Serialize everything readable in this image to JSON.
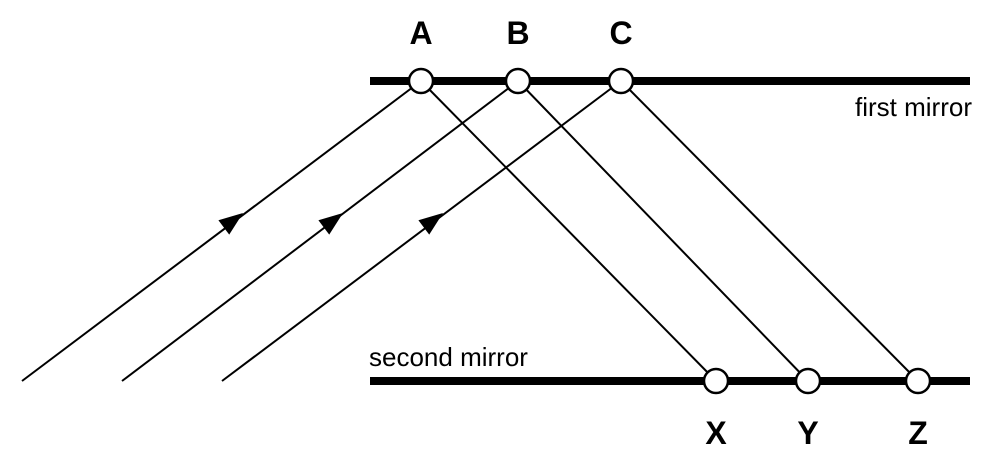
{
  "colors": {
    "ink": "#000000",
    "background": "#ffffff",
    "node_fill": "#ffffff"
  },
  "mirrors": {
    "first_label": "first mirror",
    "second_label": "second mirror"
  },
  "points_first_mirror": [
    "A",
    "B",
    "C"
  ],
  "points_second_mirror": [
    "X",
    "Y",
    "Z"
  ]
}
